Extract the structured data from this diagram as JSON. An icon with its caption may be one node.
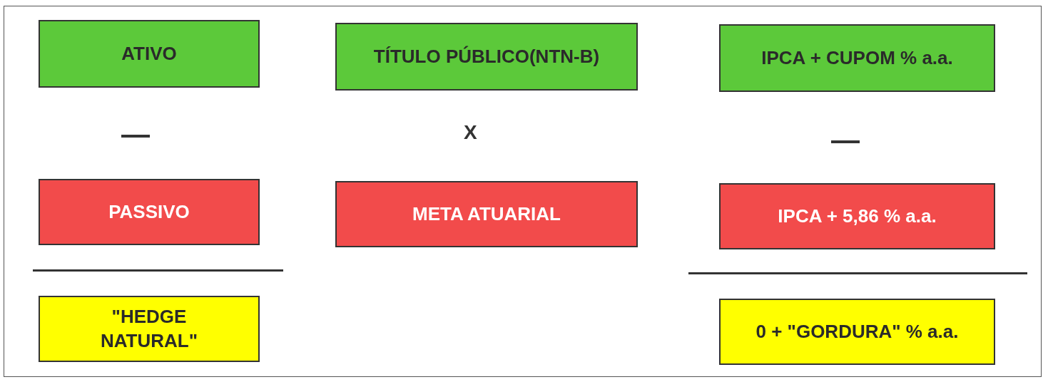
{
  "diagram": {
    "nodes": [
      {
        "text": [
          "ATIVO"
        ]
      },
      {
        "text": [
          "TÍTULO PÚBLICO(NTN-B)"
        ]
      },
      {
        "text": [
          "IPCA + CUPOM % a.a."
        ]
      },
      {
        "text": [
          "PASSIVO"
        ]
      },
      {
        "text": [
          "META ATUARIAL"
        ]
      },
      {
        "text": [
          "IPCA + 5,86 % a.a."
        ]
      },
      {
        "text": [
          "\"HEDGE NATURAL\""
        ]
      },
      {
        "text": [
          "0 + \"GORDURA\" % a.a."
        ]
      }
    ],
    "labels": [
      "—",
      "X",
      "—"
    ]
  }
}
